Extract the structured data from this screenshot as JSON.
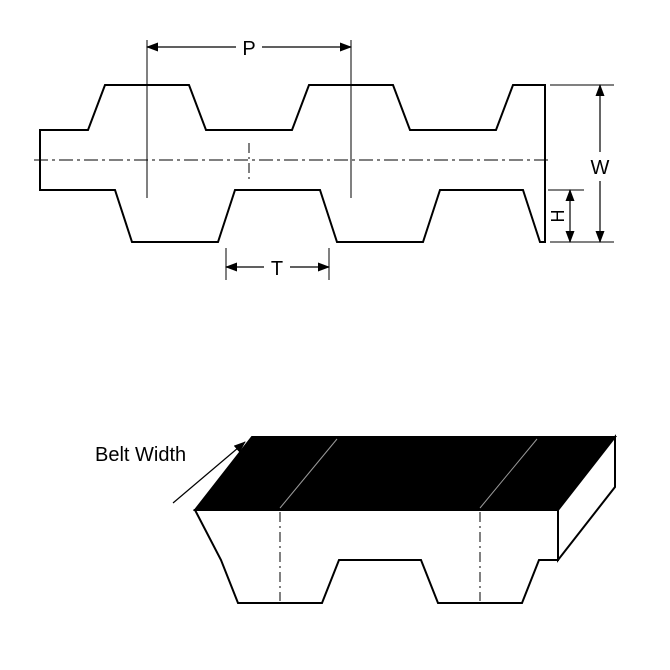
{
  "labels": {
    "pitch": "P",
    "width": "W",
    "tooth_height": "H",
    "tooth_width": "T",
    "belt_width": "Belt Width"
  },
  "colors": {
    "outline": "#000000",
    "belt_fill": "#f0f0f0",
    "top_face_fill": "#000000",
    "end_face_fill": "#ffffff",
    "background": "#ffffff"
  }
}
